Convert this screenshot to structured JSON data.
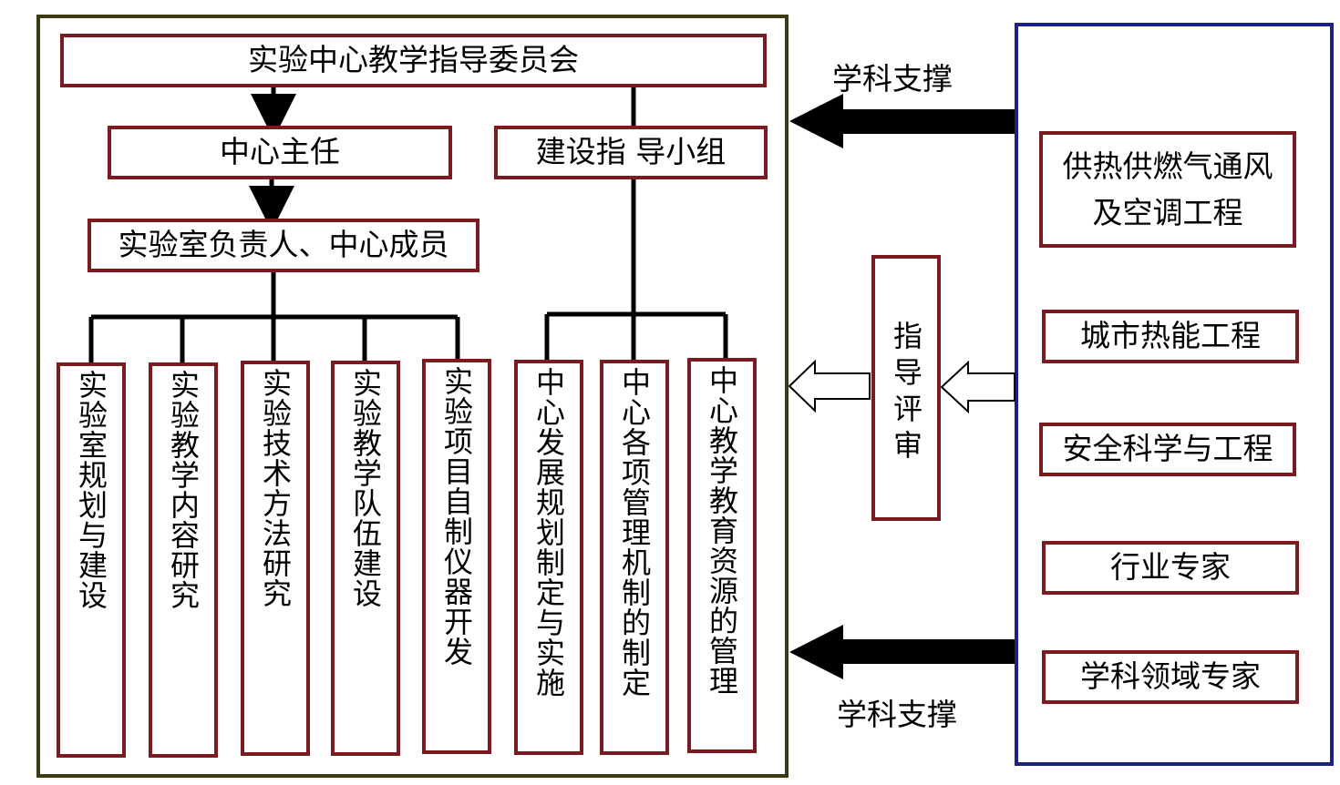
{
  "committee": "实验中心教学指导委员会",
  "director": "中心主任",
  "guide_group": "建设指 导小组",
  "members": "实验室负责人、中心成员",
  "left_tasks": [
    "实验室规划与建设",
    "实验教学内容研究",
    "实验技术方法研究",
    "实验教学队伍建设",
    "实验项目自制仪器开发"
  ],
  "right_tasks": [
    "中心发展规划制定与实施",
    "中心各项管理机制的制定",
    "中心教学教育资源的管理"
  ],
  "guidance_review": "指导评审",
  "support_top": "学科支撑",
  "support_bottom": "学科支撑",
  "sources": [
    "供热供燃气通风及空调工程",
    "城市热能工程",
    "安全科学与工程",
    "行业专家",
    "学科领域专家"
  ],
  "colors": {
    "box_border": "#7b1a1f",
    "left_frame": "#3b3a12",
    "right_frame": "#1a2383"
  }
}
